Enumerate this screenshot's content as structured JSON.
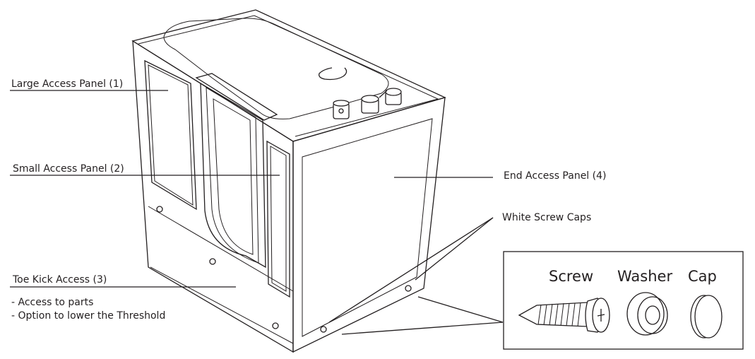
{
  "labels": {
    "large_access_panel": "Large Access Panel (1)",
    "small_access_panel": "Small Access Panel (2)",
    "toe_kick_access": "Toe Kick Access (3)",
    "toe_kick_note_1": "- Access to parts",
    "toe_kick_note_2": "- Option to lower the Threshold",
    "end_access_panel": "End Access Panel (4)",
    "white_screw_caps": "White Screw Caps"
  },
  "inset": {
    "screw": "Screw",
    "washer": "Washer",
    "cap": "Cap"
  },
  "colors": {
    "line": "#231f20",
    "background": "#ffffff"
  }
}
